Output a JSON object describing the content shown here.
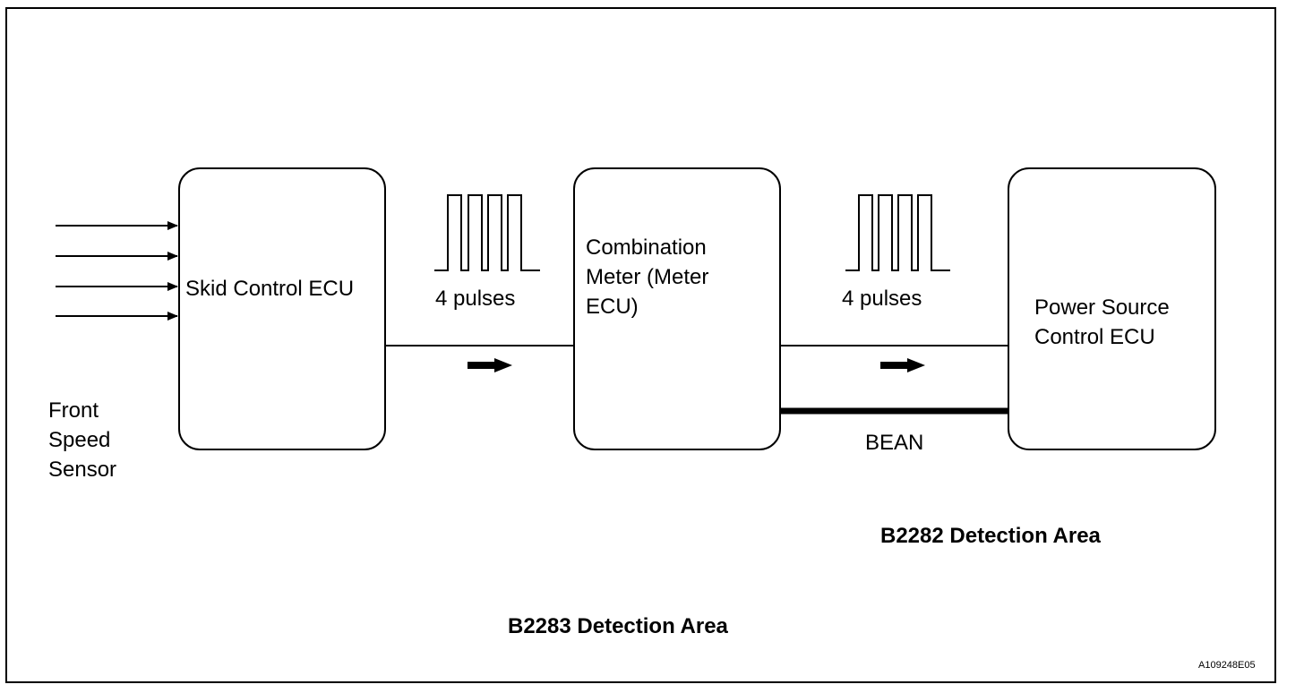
{
  "nodes": {
    "skid_control_ecu": "Skid Control ECU",
    "combination_meter": "Combination\nMeter (Meter\nECU)",
    "power_source_ecu": "Power Source\nControl ECU"
  },
  "inputs": {
    "front_speed_sensor": "Front\nSpeed\nSensor"
  },
  "signals": {
    "pulses_1": "4 pulses",
    "pulses_2": "4 pulses",
    "bus_label": "BEAN"
  },
  "detection_areas": {
    "b2282": "B2282 Detection Area",
    "b2283": "B2283 Detection Area"
  },
  "figure_code": "A109248E05"
}
